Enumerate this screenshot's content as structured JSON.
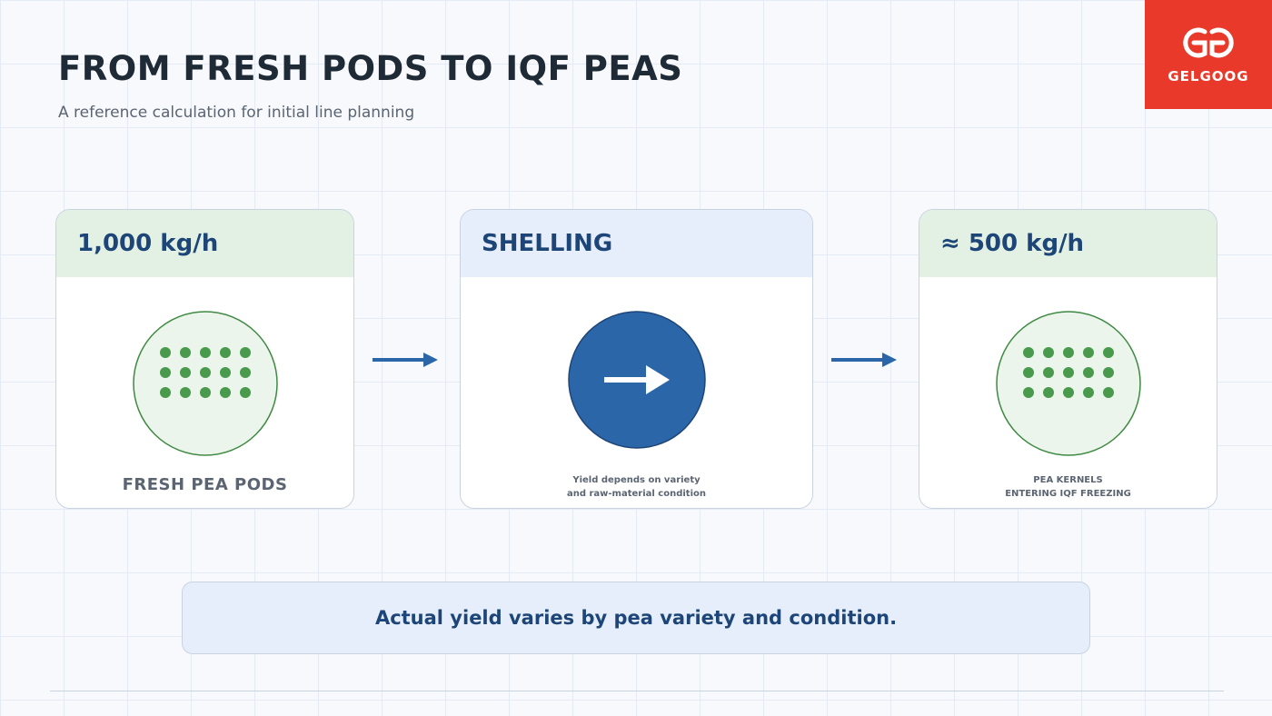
{
  "header": {
    "title": "FROM FRESH PODS TO IQF PEAS",
    "subtitle": "A reference calculation for initial line planning"
  },
  "logo": {
    "text": "GELGOOG",
    "icon": "gelgoog-logo-icon",
    "color": "#e8392a"
  },
  "steps": [
    {
      "heading": "1,000 kg/h",
      "icon": "pea-pods-icon",
      "caption_lines": [
        "FRESH PEA PODS"
      ]
    },
    {
      "heading": "SHELLING",
      "icon": "shelling-arrow-icon",
      "caption_lines": [
        "Yield depends on variety",
        "and raw-material condition"
      ]
    },
    {
      "heading": "≈ 500 kg/h",
      "icon": "pea-kernels-icon",
      "caption_lines": [
        "PEA KERNELS",
        "ENTERING IQF FREEZING"
      ]
    }
  ],
  "connectors": [
    "arrow-right-icon",
    "arrow-right-icon"
  ],
  "note": "Actual yield varies by pea variety and condition.",
  "colors": {
    "heading_text": "#1d4577",
    "green_header": "#e2f1e3",
    "blue_header": "#e6eefb",
    "pea_green": "#4a9a4e",
    "process_blue": "#2b67a8"
  }
}
